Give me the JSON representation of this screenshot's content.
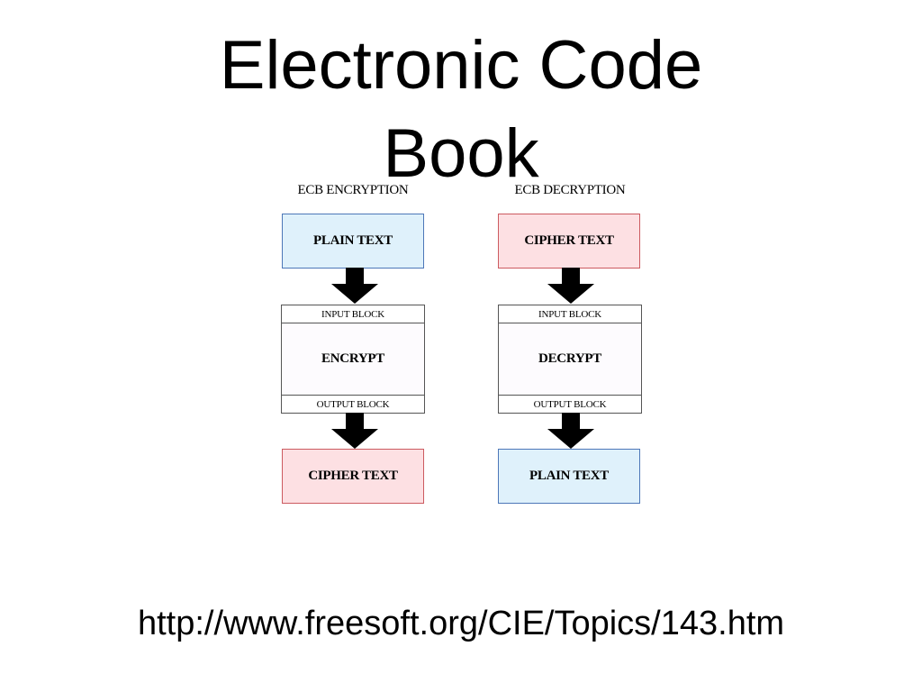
{
  "slide": {
    "title_line1": "Electronic Code",
    "title_line2": "Book",
    "link": "http://www.freesoft.org/CIE/Topics/143.htm"
  },
  "diagram": {
    "encryption": {
      "heading": "ECB ENCRYPTION",
      "input": "PLAIN TEXT",
      "input_block": "INPUT BLOCK",
      "operation": "ENCRYPT",
      "output_block": "OUTPUT BLOCK",
      "output": "CIPHER TEXT"
    },
    "decryption": {
      "heading": "ECB DECRYPTION",
      "input": "CIPHER TEXT",
      "input_block": "INPUT BLOCK",
      "operation": "DECRYPT",
      "output_block": "OUTPUT BLOCK",
      "output": "PLAIN TEXT"
    },
    "colors": {
      "plain_fill": "#dff1fb",
      "plain_border": "#4d77b8",
      "cipher_fill": "#fde0e3",
      "cipher_border": "#cc5a60",
      "arrow": "#000000"
    }
  }
}
